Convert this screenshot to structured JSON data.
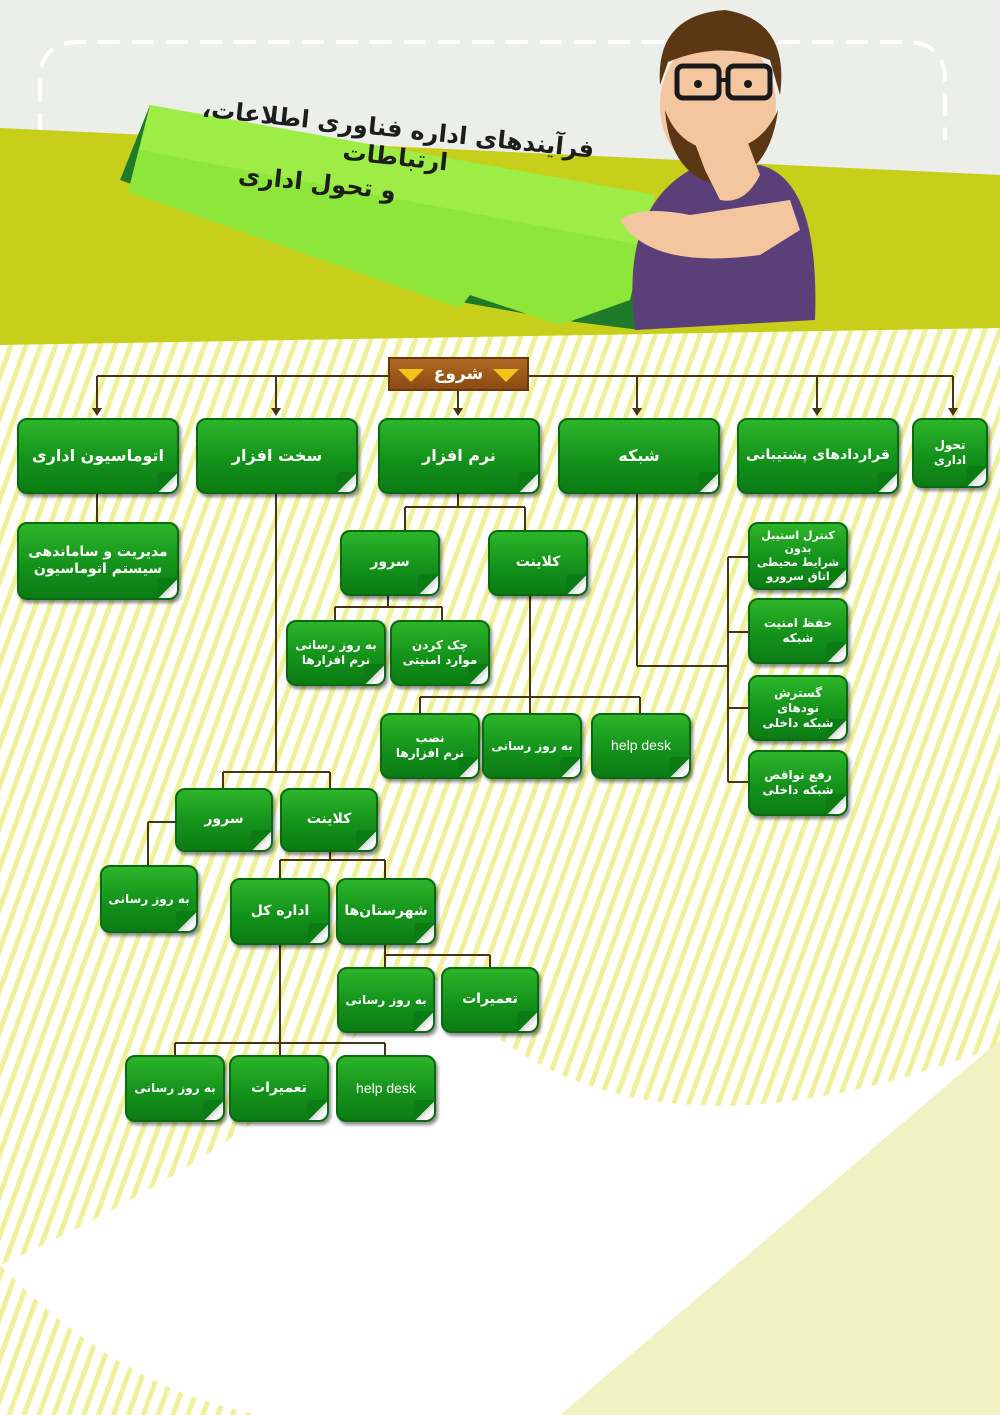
{
  "title": {
    "line1": "فرآیندهای اداره فناوری اطلاعات، ارتباطات",
    "line2": "و تحول اداری"
  },
  "start": {
    "label": "شروع"
  },
  "top_nodes": [
    "اتوماسیون اداری",
    "سخت افزار",
    "نرم افزار",
    "شبکه",
    "قراردادهای پشتیبانی",
    "تحول اداری"
  ],
  "office_automation": {
    "children": [
      "مدیریت و ساماندهی\nسیستم اتوماسیون"
    ]
  },
  "software": {
    "server": "سرور",
    "client": "کلاینت",
    "server_children": [
      "به روز رسانی\nنرم افزارها",
      "چک کردن\nموارد امنیتی"
    ],
    "client_children": [
      "نصب\nنرم افزارها",
      "به روز رسانی",
      "help desk"
    ]
  },
  "network": {
    "children": [
      "کنترل استیبل بدون\nشرایط محیطی\nاتاق سرورو",
      "حفظ امنیت\nشبکه",
      "گسترش نودهای\nشبکه داخلی",
      "رفع نواقص\nشبکه داخلی"
    ]
  },
  "hardware": {
    "server": "سرور",
    "client": "کلاینت",
    "server_children": [
      "به روز رسانی"
    ],
    "client_children": [
      "اداره کل",
      "شهرستان‌ها"
    ],
    "city_children": [
      "به روز رسانی",
      "تعمیرات"
    ],
    "hq_children": [
      "به روز رسانی",
      "تعمیرات",
      "help desk"
    ]
  },
  "colors": {
    "node_green": "#14921b",
    "banner_green": "#8ee63a",
    "banner_dark": "#1f7a2a",
    "olive": "#c7cf1a",
    "connector": "#4a3416",
    "start_brown": "#8a4a12",
    "stripe": "#eef19a"
  }
}
